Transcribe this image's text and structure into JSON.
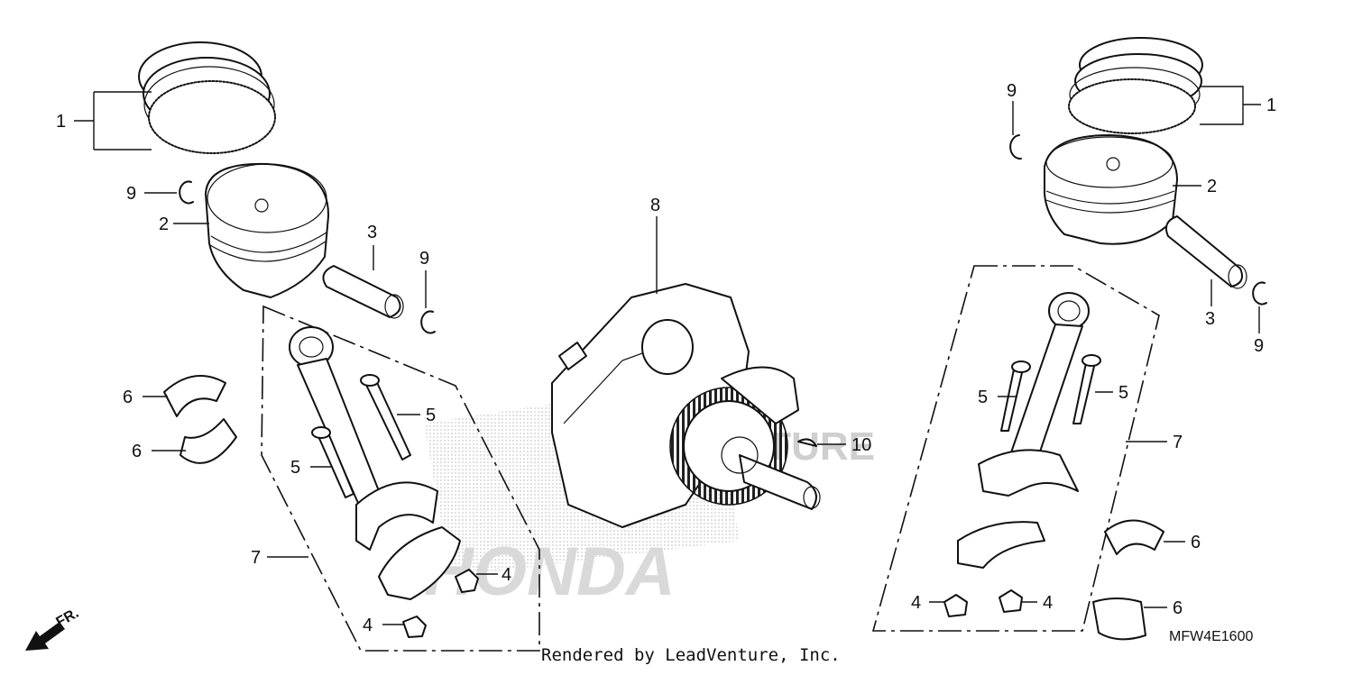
{
  "diagram": {
    "code": "MFW4E1600",
    "credit": "Rendered by LeadVenture, Inc.",
    "direction_label": "FR.",
    "watermark_brand": "HONDA",
    "watermark_text": "LEADVENTURE",
    "callouts": {
      "left_rings": "1",
      "left_piston": "2",
      "left_pin": "3",
      "left_nut_upper": "4",
      "left_nut_lower": "4",
      "left_bolt_right": "5",
      "left_bolt_left": "5",
      "left_bearing_upper": "6",
      "left_bearing_lower": "6",
      "left_rod_assy": "7",
      "crankshaft": "8",
      "left_clip_upper": "9",
      "left_clip_lower": "9",
      "key": "10",
      "right_rings": "1",
      "right_piston": "2",
      "right_pin": "3",
      "right_nut_left": "4",
      "right_nut_right": "4",
      "right_bolt_left": "5",
      "right_bolt_right": "5",
      "right_bearing_upper": "6",
      "right_bearing_lower": "6",
      "right_rod_assy": "7",
      "right_clip_upper": "9",
      "right_clip_lower": "9"
    }
  }
}
